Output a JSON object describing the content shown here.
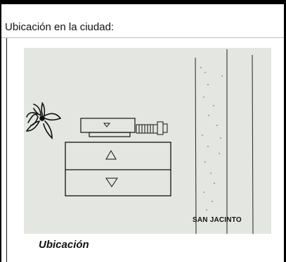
{
  "heading": "Ubicación en la ciudad:",
  "map": {
    "street_label": "SAN JACINTO",
    "caption": "Ubicación",
    "background_color": "#e4e7e1",
    "icons": [
      "tree-icon",
      "arrow-up-icon",
      "arrow-down-icon"
    ]
  }
}
